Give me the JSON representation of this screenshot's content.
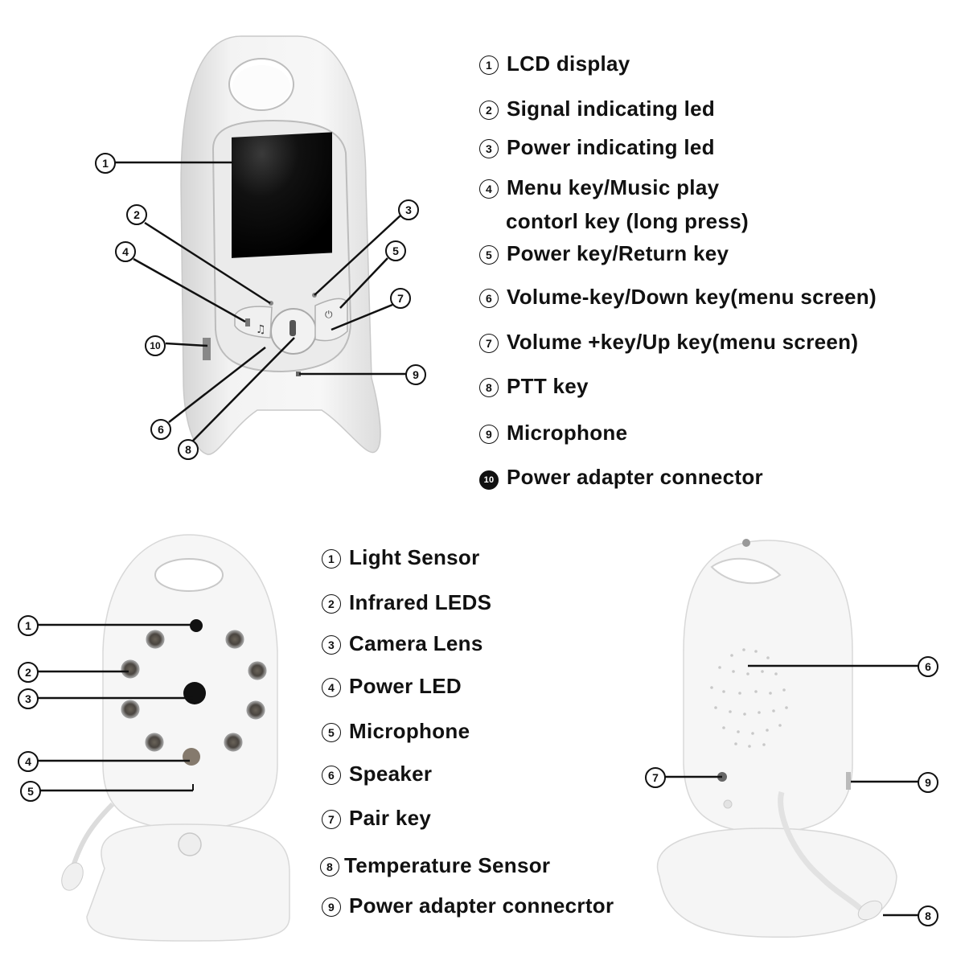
{
  "parent_unit": {
    "legend": [
      {
        "num": "1",
        "label": "LCD display"
      },
      {
        "num": "2",
        "label": "Signal indicating led"
      },
      {
        "num": "3",
        "label": "Power indicating led"
      },
      {
        "num": "4",
        "label": "Menu key/Music play"
      },
      {
        "num": "",
        "label": "contorl key (long press)"
      },
      {
        "num": "5",
        "label": "Power key/Return key"
      },
      {
        "num": "6",
        "label": "Volume-key/Down key(menu screen)"
      },
      {
        "num": "7",
        "label": "Volume +key/Up key(menu screen)"
      },
      {
        "num": "8",
        "label": "PTT key"
      },
      {
        "num": "9",
        "label": "Microphone"
      },
      {
        "num": "10",
        "label": "Power adapter connector"
      }
    ],
    "callouts": [
      "1",
      "2",
      "3",
      "4",
      "5",
      "6",
      "7",
      "8",
      "9",
      "10"
    ]
  },
  "camera_unit": {
    "legend": [
      {
        "num": "1",
        "label": "Light Sensor"
      },
      {
        "num": "2",
        "label": "Infrared LEDS"
      },
      {
        "num": "3",
        "label": "Camera Lens"
      },
      {
        "num": "4",
        "label": "Power LED"
      },
      {
        "num": "5",
        "label": "Microphone"
      },
      {
        "num": "6",
        "label": "Speaker"
      },
      {
        "num": "7",
        "label": "Pair key"
      },
      {
        "num": "8",
        "label": "Temperature Sensor"
      },
      {
        "num": "9",
        "label": "Power adapter connecrtor"
      }
    ],
    "front_callouts": [
      "1",
      "2",
      "3",
      "4",
      "5"
    ],
    "back_callouts": [
      "6",
      "7",
      "8",
      "9"
    ]
  },
  "colors": {
    "device_white": "#f4f4f4",
    "device_shadow": "#d9d9d9",
    "screen": "#0c0c0c",
    "ink": "#111111"
  }
}
